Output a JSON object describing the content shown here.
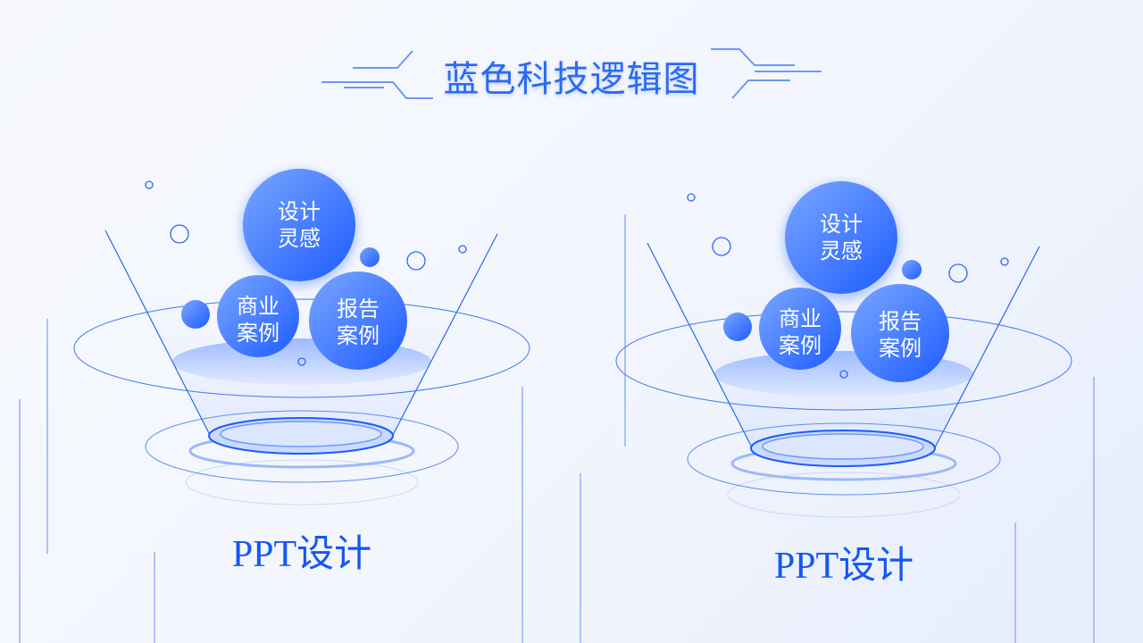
{
  "title": "蓝色科技逻辑图",
  "groups": [
    {
      "label": "PPT设计",
      "bubbles": [
        "设计\n灵感",
        "商业\n案例",
        "报告\n案例"
      ]
    },
    {
      "label": "PPT设计",
      "bubbles": [
        "设计\n灵感",
        "商业\n案例",
        "报告\n案例"
      ]
    }
  ],
  "colors": {
    "accent": "#1a5cff",
    "bubble_light": "#6a9cff"
  }
}
